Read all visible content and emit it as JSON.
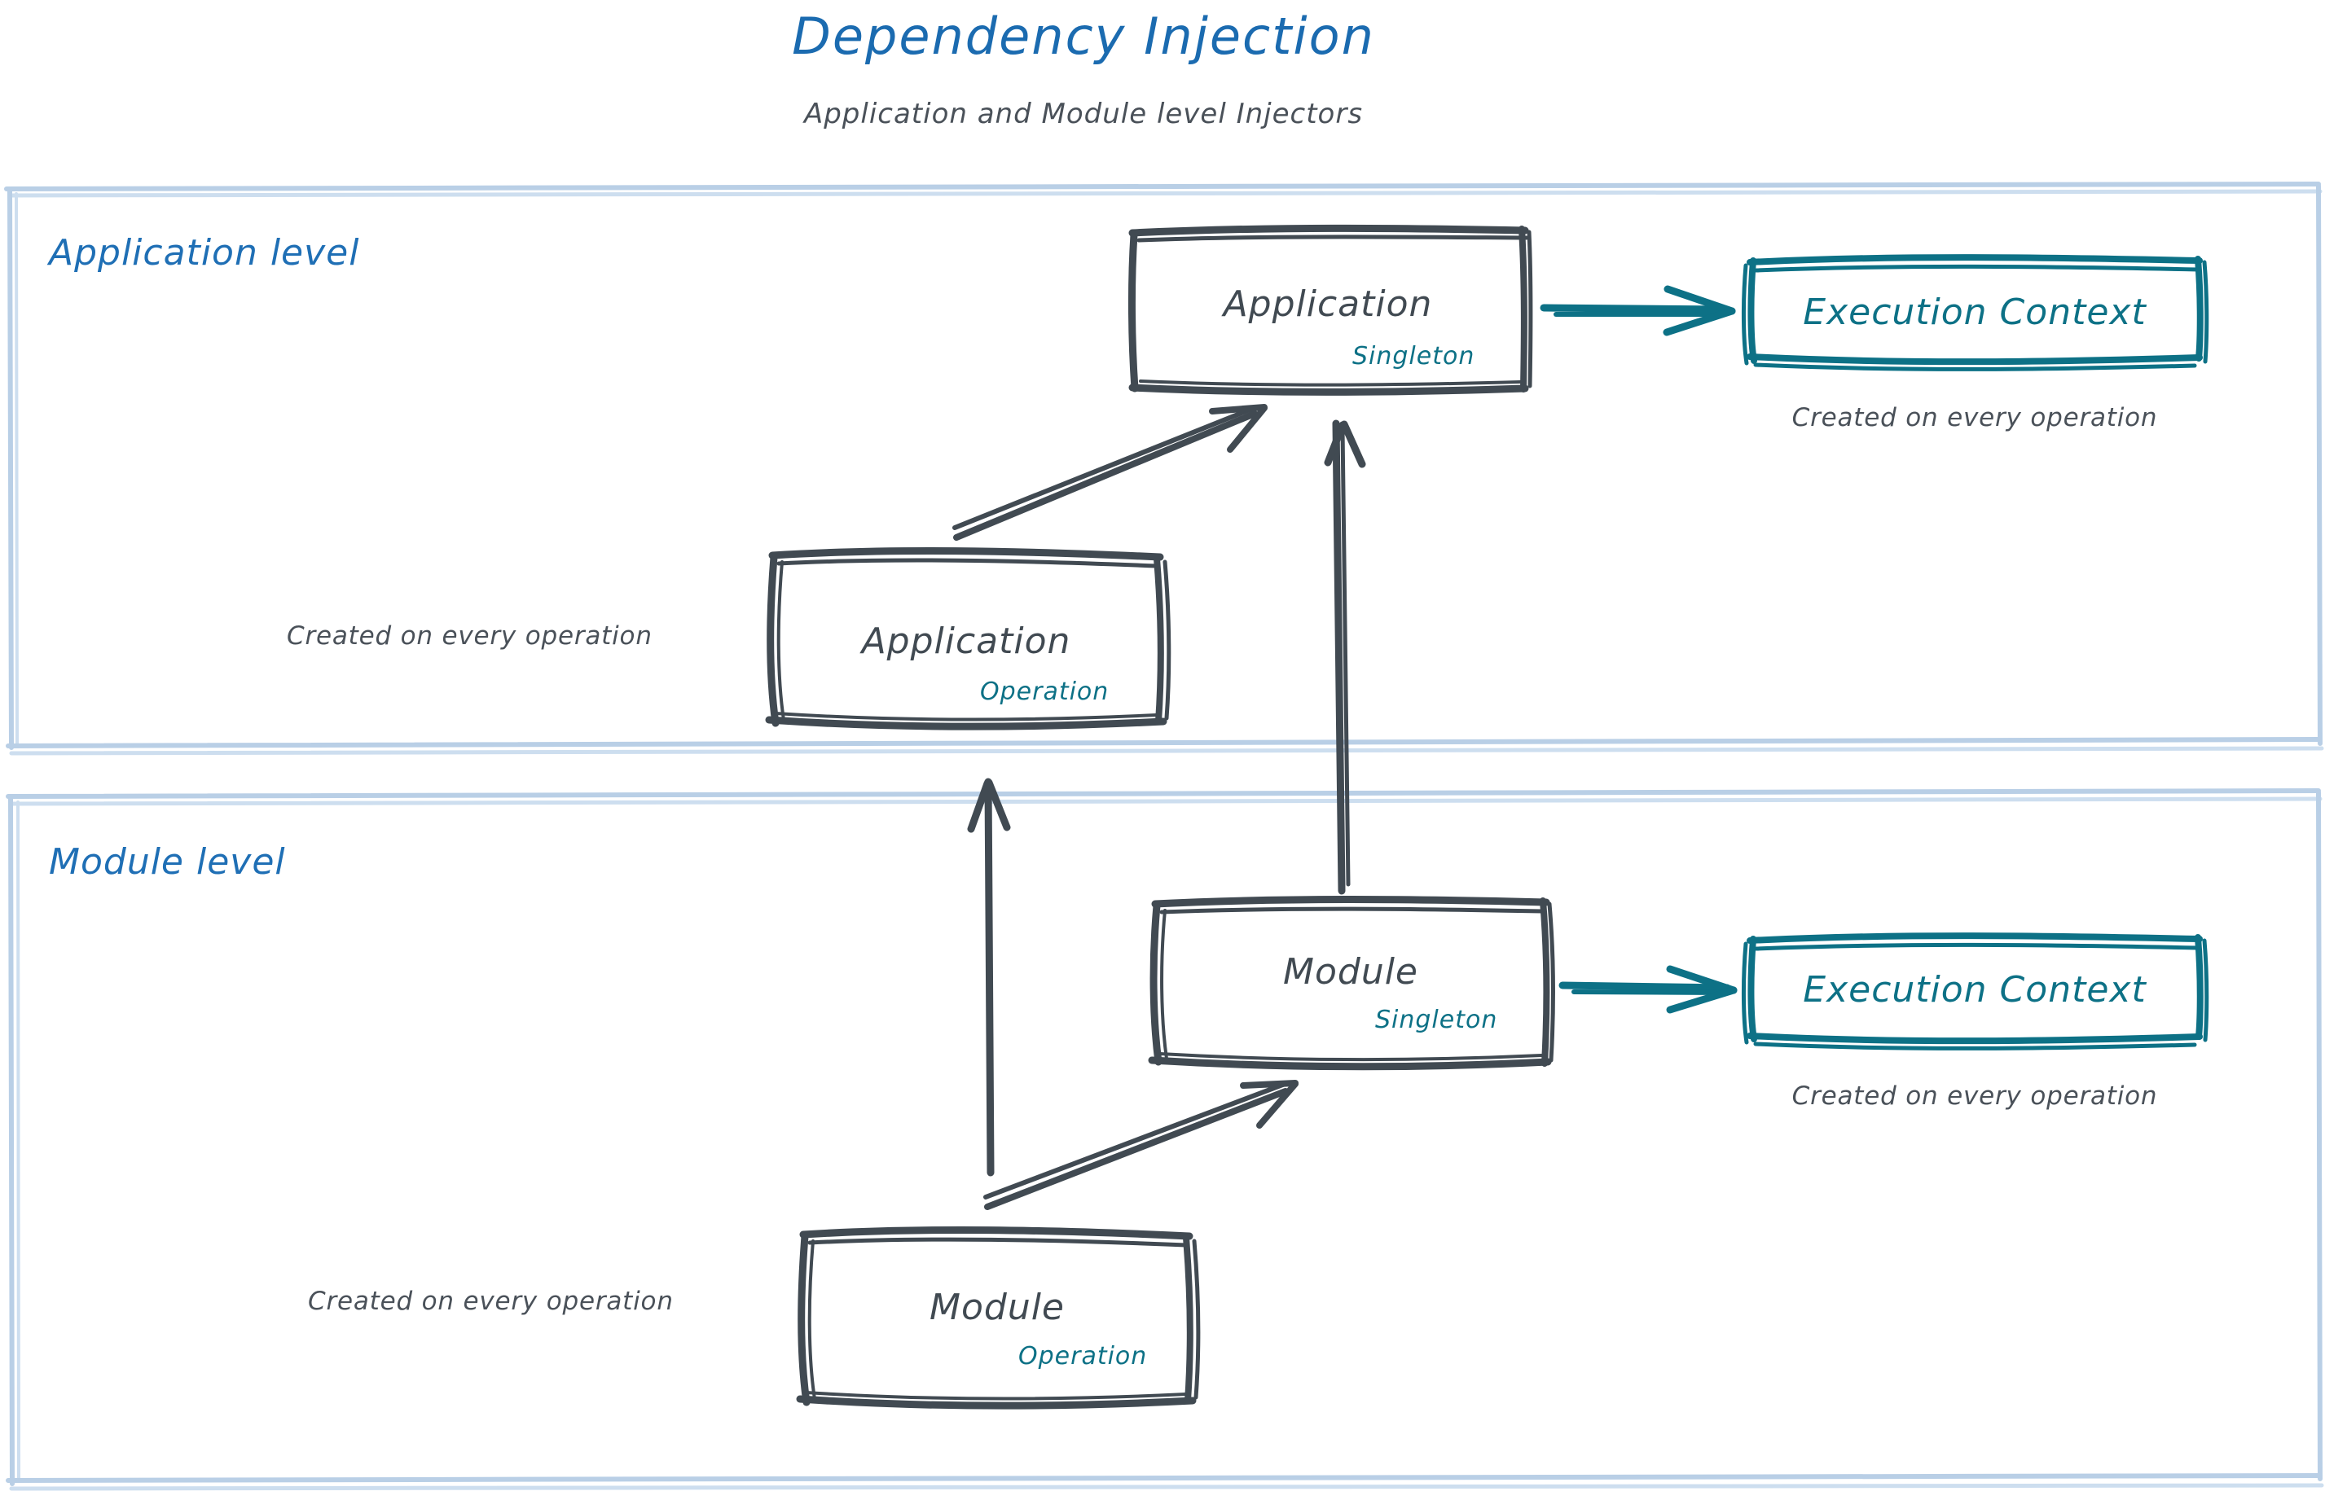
{
  "header": {
    "title": "Dependency Injection",
    "subtitle": "Application and Module level Injectors"
  },
  "colors": {
    "title_blue": "#1b6bb0",
    "panel_border": "#b9cfe6",
    "sketch_dark": "#414a52",
    "teal": "#0d7186",
    "caption_gray": "#4a5159"
  },
  "panels": [
    {
      "id": "application-level",
      "title": "Application level",
      "nodes": [
        {
          "id": "application-singleton",
          "label": "Application",
          "scope": "Singleton",
          "style": "dark"
        },
        {
          "id": "application-execution-context",
          "label": "Execution Context",
          "style": "teal",
          "caption": "Created on every operation"
        },
        {
          "id": "application-operation",
          "label": "Application",
          "scope": "Operation",
          "style": "dark",
          "caption": "Created on every operation"
        }
      ],
      "edges": [
        {
          "id": "app-singleton-to-exec-ctx",
          "from": "application-singleton",
          "to": "application-execution-context",
          "style": "teal"
        },
        {
          "id": "app-operation-to-app-singleton",
          "from": "application-operation",
          "to": "application-singleton",
          "style": "dark"
        }
      ]
    },
    {
      "id": "module-level",
      "title": "Module level",
      "nodes": [
        {
          "id": "module-singleton",
          "label": "Module",
          "scope": "Singleton",
          "style": "dark"
        },
        {
          "id": "module-execution-context",
          "label": "Execution Context",
          "style": "teal",
          "caption": "Created on every operation"
        },
        {
          "id": "module-operation",
          "label": "Module",
          "scope": "Operation",
          "style": "dark",
          "caption": "Created on every operation"
        }
      ],
      "edges": [
        {
          "id": "module-singleton-to-exec-ctx",
          "from": "module-singleton",
          "to": "module-execution-context",
          "style": "teal"
        },
        {
          "id": "module-operation-to-module-singleton",
          "from": "module-operation",
          "to": "module-singleton",
          "style": "dark"
        }
      ]
    }
  ],
  "cross_edges": [
    {
      "id": "module-singleton-to-application-singleton",
      "from": "module-singleton",
      "to": "application-singleton",
      "style": "dark"
    },
    {
      "id": "module-operation-to-application-level",
      "from": "module-operation",
      "to": "application-level",
      "style": "dark"
    }
  ],
  "labels": {
    "title": "Dependency Injection",
    "subtitle": "Application and Module level Injectors",
    "application_level": "Application level",
    "module_level": "Module level",
    "application": "Application",
    "module": "Module",
    "singleton": "Singleton",
    "operation": "Operation",
    "execution_context": "Execution Context",
    "created_on_every_operation": "Created on every operation"
  }
}
